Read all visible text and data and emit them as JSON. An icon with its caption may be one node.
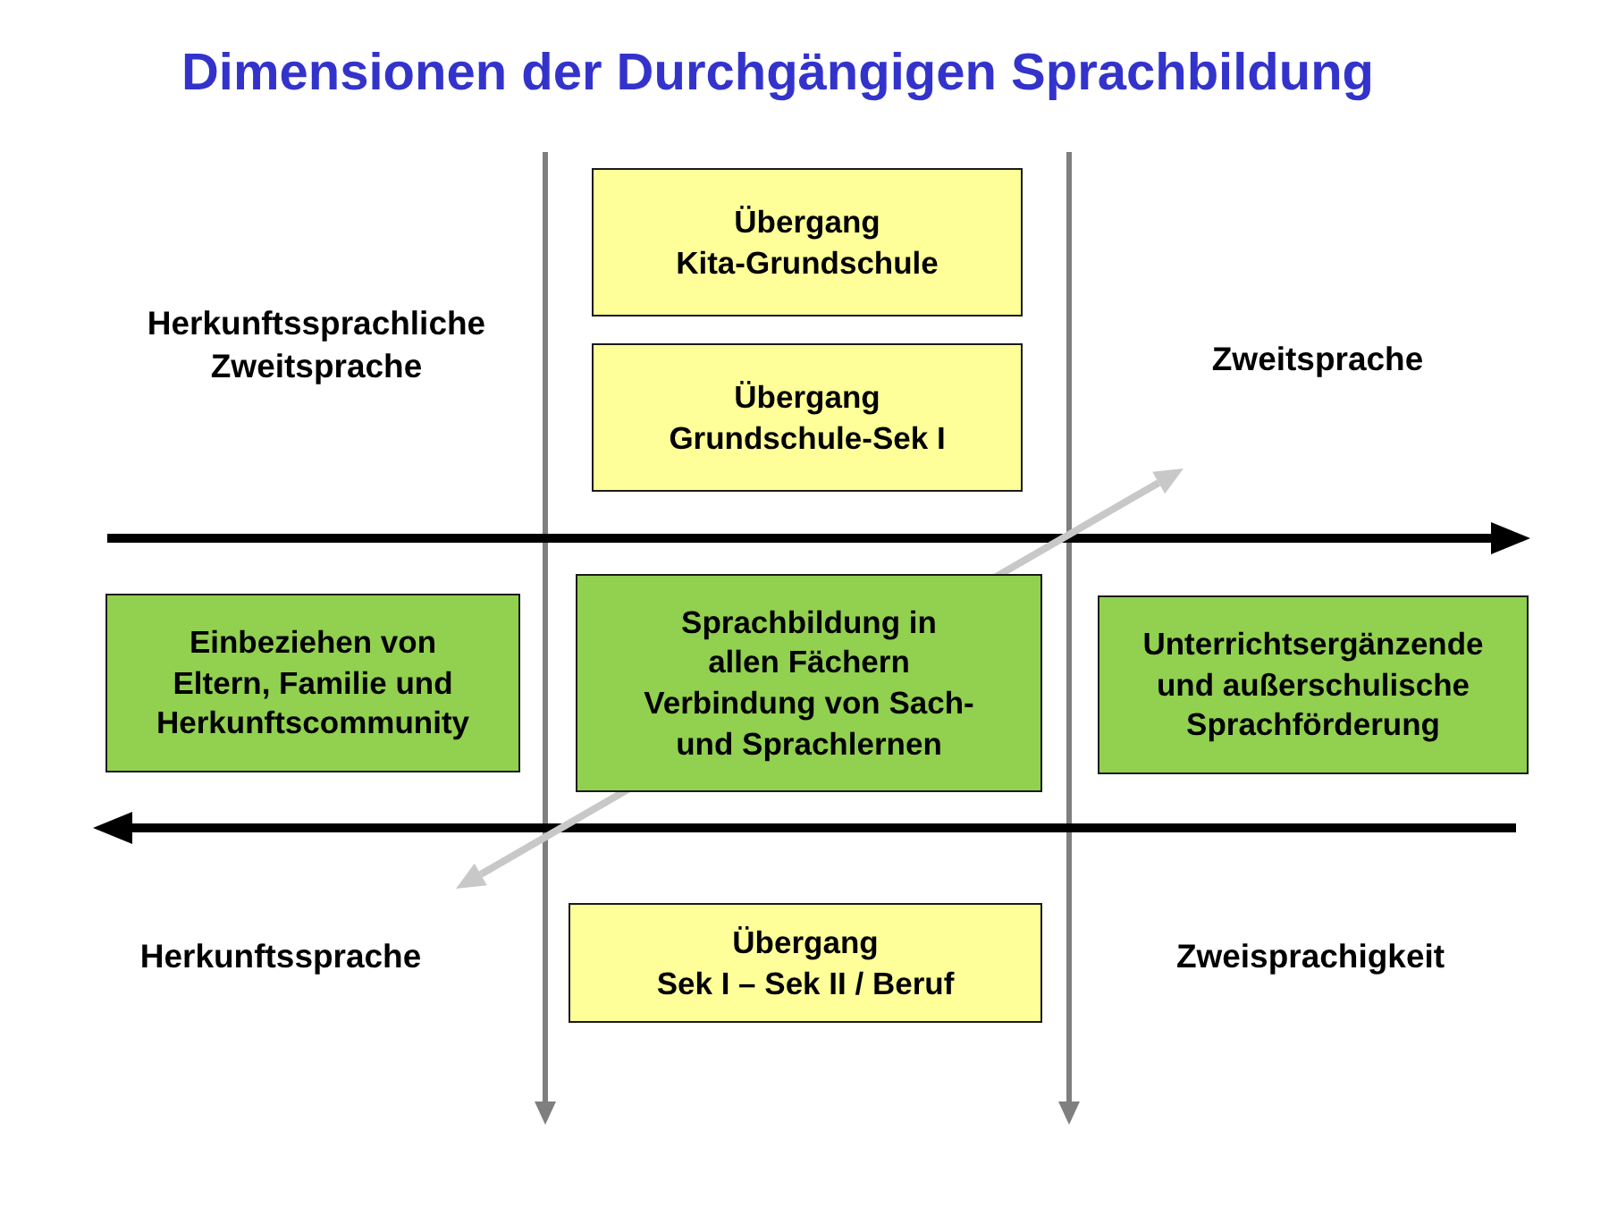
{
  "diagram": {
    "title": "Dimensionen der Durchgängigen Sprachbildung",
    "nodes": [
      {
        "text": [
          "Übergang Kita-Grundschule"
        ]
      },
      {
        "text": [
          "Übergang Grundschule-Sek I"
        ]
      },
      {
        "text": [
          "Einbeziehen von Eltern, Familie und Herkunftscommunity"
        ]
      },
      {
        "text": [
          "Sprachbildung in allen Fächern",
          "Verbindung von Sach- und Sprachlernen"
        ]
      },
      {
        "text": [
          "Unterrichtsergänzende und außerschulische Sprachförderung"
        ]
      },
      {
        "text": [
          "Übergang Sek I – Sek II / Beruf"
        ]
      }
    ],
    "labels": [
      "Herkunftssprachliche Zweitsprache",
      "Zweitsprache",
      "Herkunftssprache",
      "Zweisprachigkeit"
    ]
  }
}
